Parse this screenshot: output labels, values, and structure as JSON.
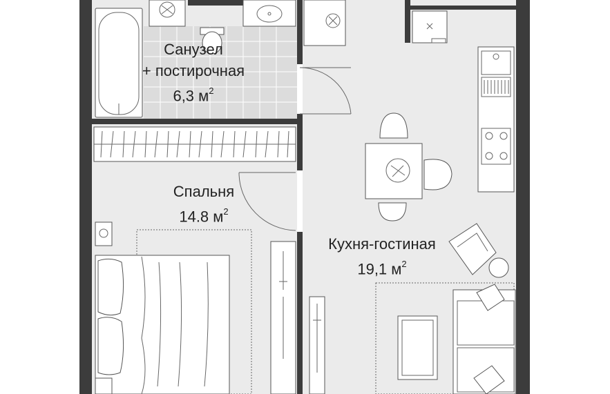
{
  "rooms": {
    "bathroom": {
      "name": "Санузел",
      "name2": "+ постирочная",
      "area": "6,3",
      "unit": "м",
      "sup": "2"
    },
    "bedroom": {
      "name": "Спальня",
      "area": "14.8",
      "unit": "м",
      "sup": "2"
    },
    "kitchen": {
      "name": "Кухня-гостиная",
      "area": "19,1",
      "unit": "м",
      "sup": "2"
    }
  },
  "colors": {
    "wall": "#3c3c3c",
    "floor": "#ebebeb",
    "tile": "#dcdcdc",
    "furniture_stroke": "#555555"
  }
}
